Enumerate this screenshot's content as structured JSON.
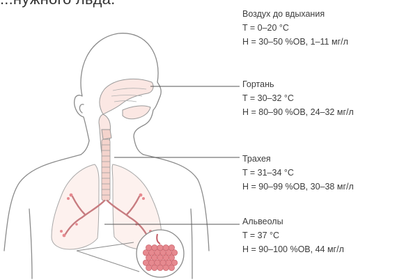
{
  "top_text": "...нужного льда.",
  "labels": [
    {
      "name": "Воздух до вдыхания",
      "t": "T = 0–20 °C",
      "h": "H = 30–50 %OB, 1–11 мг/л"
    },
    {
      "name": "Гортань",
      "t": "T = 30–32 °C",
      "h": "H = 80–90 %OB, 24–32 мг/л"
    },
    {
      "name": "Трахея",
      "t": "T = 31–34 °C",
      "h": "H = 90–99 %OB, 30–38 мг/л"
    },
    {
      "name": "Альвеолы",
      "t": "T = 37 °C",
      "h": "H = 90–100 %OB, 44 мг/л"
    }
  ],
  "colors": {
    "outline": "#8a8a8a",
    "airway_fill": "#fbe7e3",
    "lung_fill": "#fdf1ee",
    "alveoli": "#e6898f",
    "leader": "#555555"
  }
}
